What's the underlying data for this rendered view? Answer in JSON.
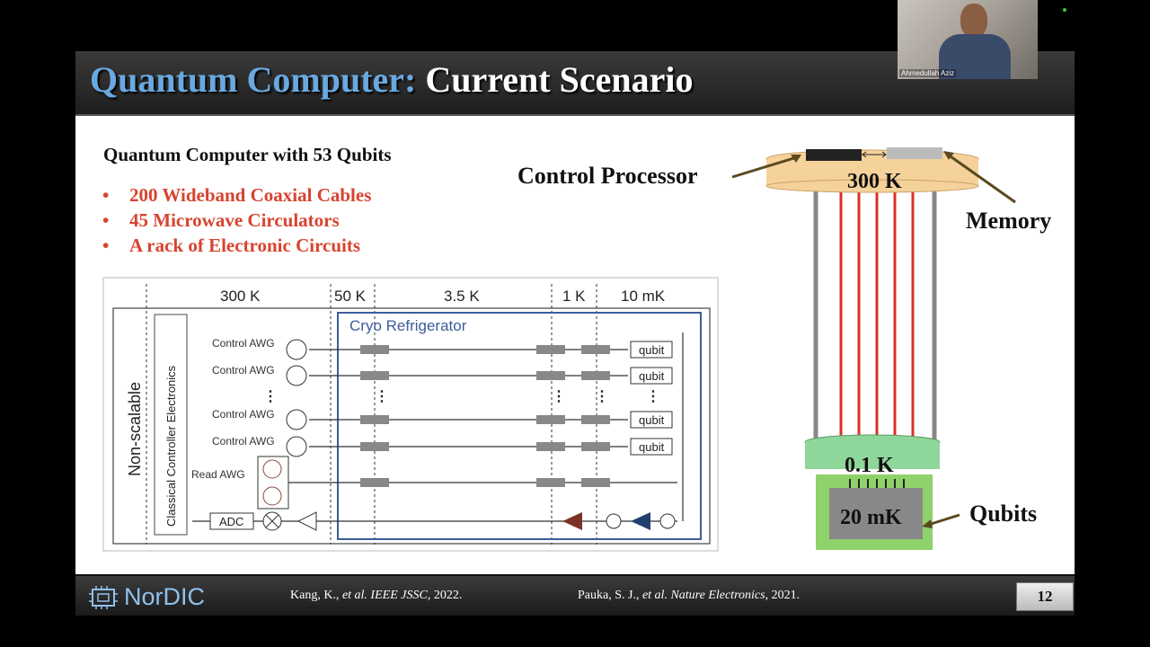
{
  "slide": {
    "title_accent": "Quantum Computer:",
    "title_rest": "Current Scenario",
    "subtitle": "Quantum Computer with 53 Qubits",
    "bullets": [
      "200 Wideband Coaxial Cables",
      "45 Microwave Circulators",
      "A rack of Electronic Circuits"
    ],
    "bullet_marker": "•",
    "page_number": "12"
  },
  "footer": {
    "logo_text": "NorDIC",
    "ref1": {
      "authors": "Kang, K., ",
      "etal": "et al. IEEE JSSC",
      "year": ", 2022."
    },
    "ref2": {
      "authors": "Pauka, S. J., ",
      "etal": "et al. Nature Electronics",
      "year": ", 2021."
    }
  },
  "circuit": {
    "temps": [
      "300 K",
      "50 K",
      "3.5 K",
      "1 K",
      "10 mK"
    ],
    "side_label": "Non-scalable",
    "controller_label": "Classical Controller Electronics",
    "cryo_label": "Cryo Refrigerator",
    "awg_labels": [
      "Control AWG",
      "Control AWG",
      "Control AWG",
      "Control AWG"
    ],
    "read_awg": "Read AWG",
    "qubit_labels": [
      "qubit",
      "qubit",
      "qubit",
      "qubit"
    ],
    "adc": "ADC",
    "colors": {
      "cryo_box": "#3b5e9a",
      "amp_red": "#7a3326",
      "amp_blue": "#22406e"
    }
  },
  "cryostat": {
    "control_processor": "Control Processor",
    "memory": "Memory",
    "stage_top": "300 K",
    "stage_mid": "0.1 K",
    "stage_bottom": "20 mK",
    "qubits": "Qubits",
    "colors": {
      "top_disk": "#f6d29b",
      "mid_disk": "#8fd69a",
      "bottom_plate": "#8fd16a",
      "wires": "#d9302a"
    }
  },
  "webcam": {
    "name": "Ahmedullah Aziz"
  }
}
